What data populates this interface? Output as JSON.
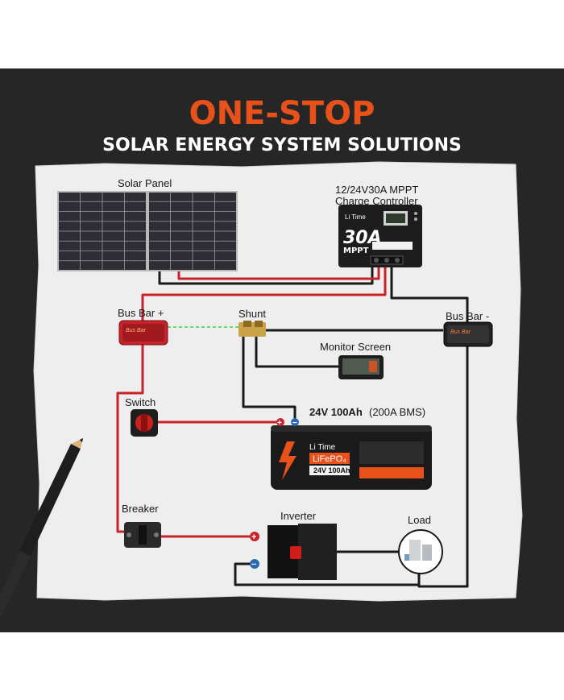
{
  "header": {
    "title": "ONE-STOP",
    "subtitle": "SOLAR ENERGY SYSTEM SOLUTIONS"
  },
  "labels": {
    "solar_panel": "Solar Panel",
    "controller_line1": "12/24V30A MPPT",
    "controller_line2": "Charge Controller",
    "bus_bar_plus": "Bus Bar +",
    "shunt": "Shunt",
    "bus_bar_minus": "Bus Bar -",
    "monitor_screen": "Monitor Screen",
    "switch": "Switch",
    "battery_main": "24V 100Ah",
    "battery_bms": "(200A BMS)",
    "breaker": "Breaker",
    "inverter": "Inverter",
    "load": "Load"
  },
  "device_text": {
    "controller_brand": "Li Time",
    "controller_big": "30A",
    "controller_mppt": "MPPT",
    "bus_bar": "Bus Bar",
    "battery_brand": "Li Time",
    "battery_chem": "LiFePO₄",
    "battery_spec": "24V 100Ah"
  },
  "colors": {
    "background_band": "#262626",
    "paper": "#eeeeee",
    "accent_orange": "#e8521a",
    "positive_wire": "#c8232b",
    "negative_wire": "#1a1a1a",
    "signal_wire": "#3fd13f"
  }
}
